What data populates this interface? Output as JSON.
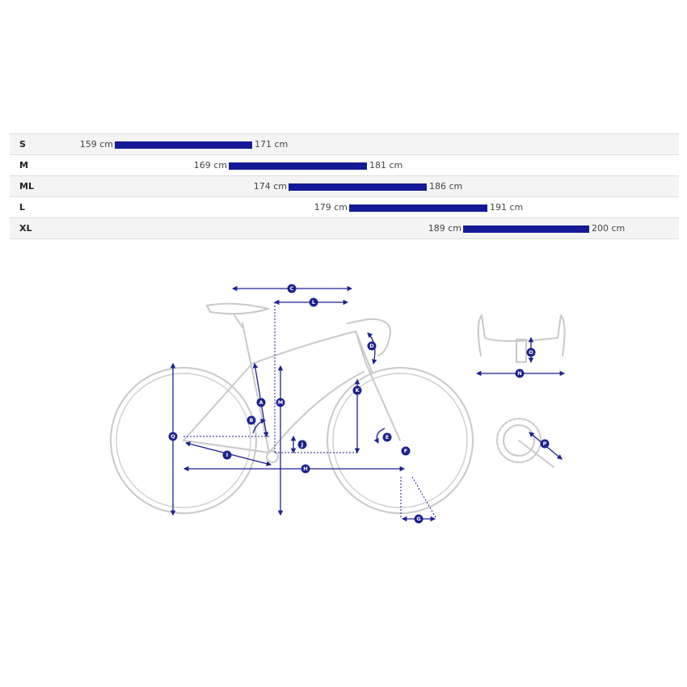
{
  "size_chart": {
    "rows": [
      {
        "size": "S",
        "min": "159 cm",
        "max": "171 cm",
        "min_cm": 159,
        "max_cm": 171
      },
      {
        "size": "M",
        "min": "169 cm",
        "max": "181 cm",
        "min_cm": 169,
        "max_cm": 181
      },
      {
        "size": "ML",
        "min": "174 cm",
        "max": "186 cm",
        "min_cm": 174,
        "max_cm": 186
      },
      {
        "size": "L",
        "min": "179 cm",
        "max": "191 cm",
        "min_cm": 179,
        "max_cm": 191
      },
      {
        "size": "XL",
        "min": "189 cm",
        "max": "200 cm",
        "min_cm": 189,
        "max_cm": 200
      }
    ]
  },
  "geometry": {
    "labels": {
      "A": "A",
      "B": "B",
      "C": "C",
      "D": "D",
      "E": "E",
      "F": "F",
      "G": "G",
      "H": "H",
      "I": "I",
      "J": "J",
      "K": "K",
      "L": "L",
      "M": "M",
      "N": "N",
      "O": "O",
      "P": "P",
      "Q": "Q"
    },
    "accent_color": "#1c2290",
    "frame_color": "#c9c9c9"
  }
}
